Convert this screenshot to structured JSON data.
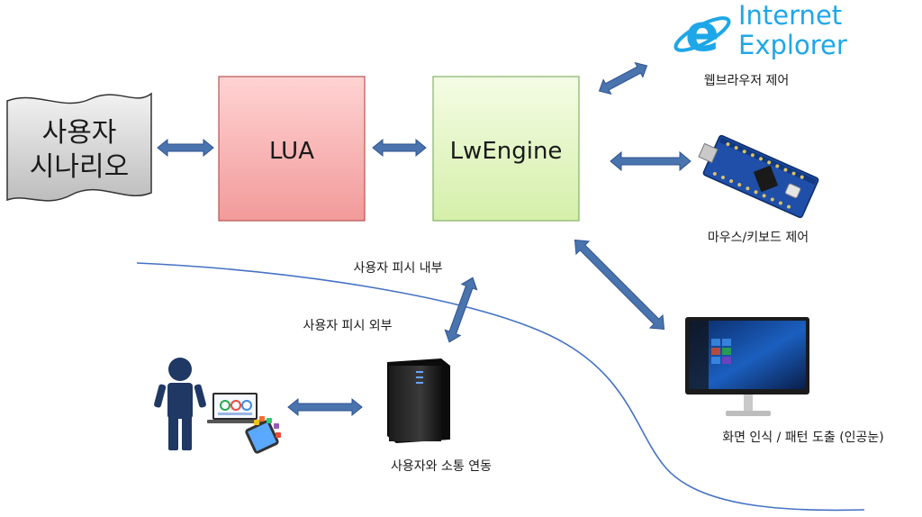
{
  "scenario": {
    "line1": "사용자",
    "line2": "시나리오"
  },
  "lua": {
    "label": "LUA"
  },
  "engine": {
    "label": "LwEngine"
  },
  "ie": {
    "word1": "Internet",
    "word2": "Explorer",
    "caption": "웹브라우저 제어"
  },
  "arduino": {
    "caption": "마우스/키보드 제어"
  },
  "monitor": {
    "caption": "화면 인식 / 패턴 도출 (인공눈)"
  },
  "regions": {
    "inside": "사용자 피시 내부",
    "outside": "사용자 피시 외부"
  },
  "server": {
    "caption": "사용자와 소통 연동"
  },
  "colors": {
    "arrow": "#4a74ae",
    "arrow_stroke": "#2f528f",
    "lua_fill": "#f4b6b6",
    "engine_fill": "#e8f7c8",
    "ie_blue": "#1ea7e8",
    "boundary": "#4472c4"
  }
}
